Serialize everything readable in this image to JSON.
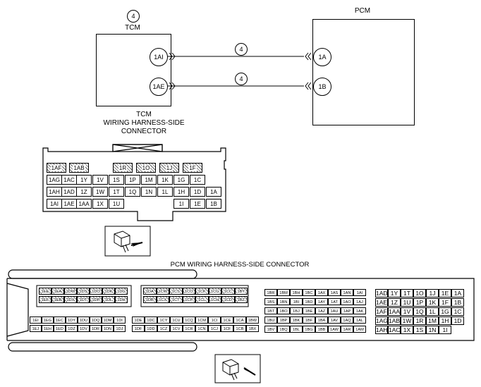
{
  "wiring": {
    "tcm_circle_num": "4",
    "tcm_title": "TCM",
    "pcm_title": "PCM",
    "tcm_pin_top": "1AI",
    "tcm_pin_bottom": "1AE",
    "pcm_pin_top": "1A",
    "pcm_pin_bottom": "1B",
    "wire_top_label": "4",
    "wire_bottom_label": "4"
  },
  "tcm_connector": {
    "title_lines": [
      "TCM",
      "WIRING HARNESS-SIDE",
      "CONNECTOR"
    ],
    "rows": [
      [
        "1AF",
        "1AB",
        "",
        "",
        "1R",
        "1O",
        "1J",
        "1F",
        ""
      ],
      [
        "1AG",
        "1AC",
        "1Y",
        "1V",
        "1S",
        "1P",
        "1M",
        "1K",
        "1G",
        "1C",
        ""
      ],
      [
        "1AH",
        "1AD",
        "1Z",
        "1W",
        "1T",
        "1Q",
        "1N",
        "1L",
        "1H",
        "1D",
        "1A"
      ],
      [
        "1AI",
        "1AE",
        "1AA",
        "1X",
        "1U",
        "",
        "",
        "",
        "1I",
        "1E",
        "1B"
      ]
    ]
  },
  "pcm_connector": {
    "title": "PCM WIRING HARNESS-SIDE CONNECTOR",
    "block1_top": [
      [
        "1EE",
        "1EA",
        "1DW",
        "1DS",
        "1DO",
        "1DK",
        "1DG"
      ],
      [
        "1EF",
        "1EB",
        "1DX",
        "1DT",
        "1DP",
        "1DL",
        "1DH"
      ]
    ],
    "block1_bottom": [
      [
        "1EI",
        "1EG",
        "1EC",
        "1DY",
        "1DU",
        "1DQ",
        "1DM",
        "1DI"
      ],
      [
        "1EJ",
        "1EH",
        "1ED",
        "1DZ",
        "1DV",
        "1DR",
        "1DN",
        "1DJ"
      ]
    ],
    "block2_top": [
      [
        "1DA",
        "1CW",
        "1CS",
        "1CO",
        "1CK",
        "1CG",
        "1CC",
        "1BY"
      ],
      [
        "1DB",
        "1CX",
        "1CT",
        "1CP",
        "1CL",
        "1CH",
        "1CD",
        "1BZ"
      ]
    ],
    "block2_bottom": [
      [
        "1DE",
        "1DC",
        "1CY",
        "1CU",
        "1CQ",
        "1CM",
        "1CI",
        "1CE",
        "1CA",
        "1BW"
      ],
      [
        "1DF",
        "1DD",
        "1CZ",
        "1CV",
        "1CR",
        "1CN",
        "1CJ",
        "1CF",
        "1CB",
        "1BX"
      ]
    ],
    "block3": [
      [
        "1BR",
        "1BM",
        "1BH",
        "1BC",
        "1AX",
        "1AS",
        "1AN",
        "1AI"
      ],
      [
        "1BS",
        "1BN",
        "1BI",
        "1BD",
        "1AY",
        "1AT",
        "1AO",
        "1AJ"
      ],
      [
        "1BT",
        "1BO",
        "1BJ",
        "1BE",
        "1AZ",
        "1AU",
        "1AP",
        "1AK"
      ],
      [
        "1BU",
        "1BP",
        "1BK",
        "1BF",
        "1BA",
        "1AV",
        "1AQ",
        "1AL"
      ],
      [
        "1BV",
        "1BQ",
        "1BL",
        "1BG",
        "1BB",
        "1AW",
        "1AR",
        "1AM"
      ]
    ],
    "block4": [
      [
        "1AD",
        "1Y",
        "1T",
        "1O",
        "1J",
        "1E",
        "1A"
      ],
      [
        "1AE",
        "1Z",
        "1U",
        "1P",
        "1K",
        "1F",
        "1B"
      ],
      [
        "1AF",
        "1AA",
        "1V",
        "1Q",
        "1L",
        "1G",
        "1C"
      ],
      [
        "1AG",
        "1AB",
        "1W",
        "1R",
        "1M",
        "1H",
        "1D"
      ],
      [
        "1AH",
        "1AC",
        "1X",
        "1S",
        "1N",
        "1I",
        ""
      ]
    ]
  }
}
